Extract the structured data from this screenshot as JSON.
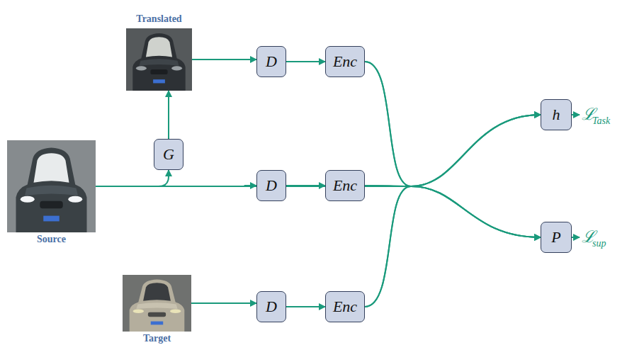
{
  "diagram": {
    "nodes": [
      {
        "text": [
          "Translated"
        ]
      },
      {
        "text": [
          "D"
        ]
      },
      {
        "text": [
          "Enc"
        ]
      },
      {
        "text": [
          "G"
        ]
      },
      {
        "text": [
          "Source"
        ]
      },
      {
        "text": [
          "D"
        ]
      },
      {
        "text": [
          "Enc"
        ]
      },
      {
        "text": [
          "h"
        ]
      },
      {
        "text": [
          "P"
        ]
      },
      {
        "text": [
          "Target"
        ]
      },
      {
        "text": [
          "D"
        ]
      },
      {
        "text": [
          "Enc"
        ]
      }
    ],
    "edges": [
      {
        "from": 0,
        "to": 1,
        "arrow": "to"
      },
      {
        "from": 1,
        "to": 2,
        "arrow": "to"
      },
      {
        "from": 4,
        "to": 3,
        "arrow": "to"
      },
      {
        "from": 3,
        "to": 0,
        "arrow": "to"
      },
      {
        "from": 4,
        "to": 5,
        "arrow": "to"
      },
      {
        "from": 5,
        "to": 6,
        "arrow": "to"
      },
      {
        "from": 9,
        "to": 10,
        "arrow": "to"
      },
      {
        "from": 10,
        "to": 11,
        "arrow": "to"
      },
      {
        "from": 2,
        "to": 7,
        "arrow": "to"
      },
      {
        "from": 2,
        "to": 8,
        "arrow": "to"
      },
      {
        "from": 6,
        "to": 7,
        "arrow": "to"
      },
      {
        "from": 6,
        "to": 8,
        "arrow": "to"
      },
      {
        "from": 11,
        "to": 7,
        "arrow": "to"
      },
      {
        "from": 11,
        "to": 8,
        "arrow": "to"
      }
    ],
    "labels": [
      "ℒ",
      "Task",
      "ℒ",
      "sup"
    ]
  }
}
